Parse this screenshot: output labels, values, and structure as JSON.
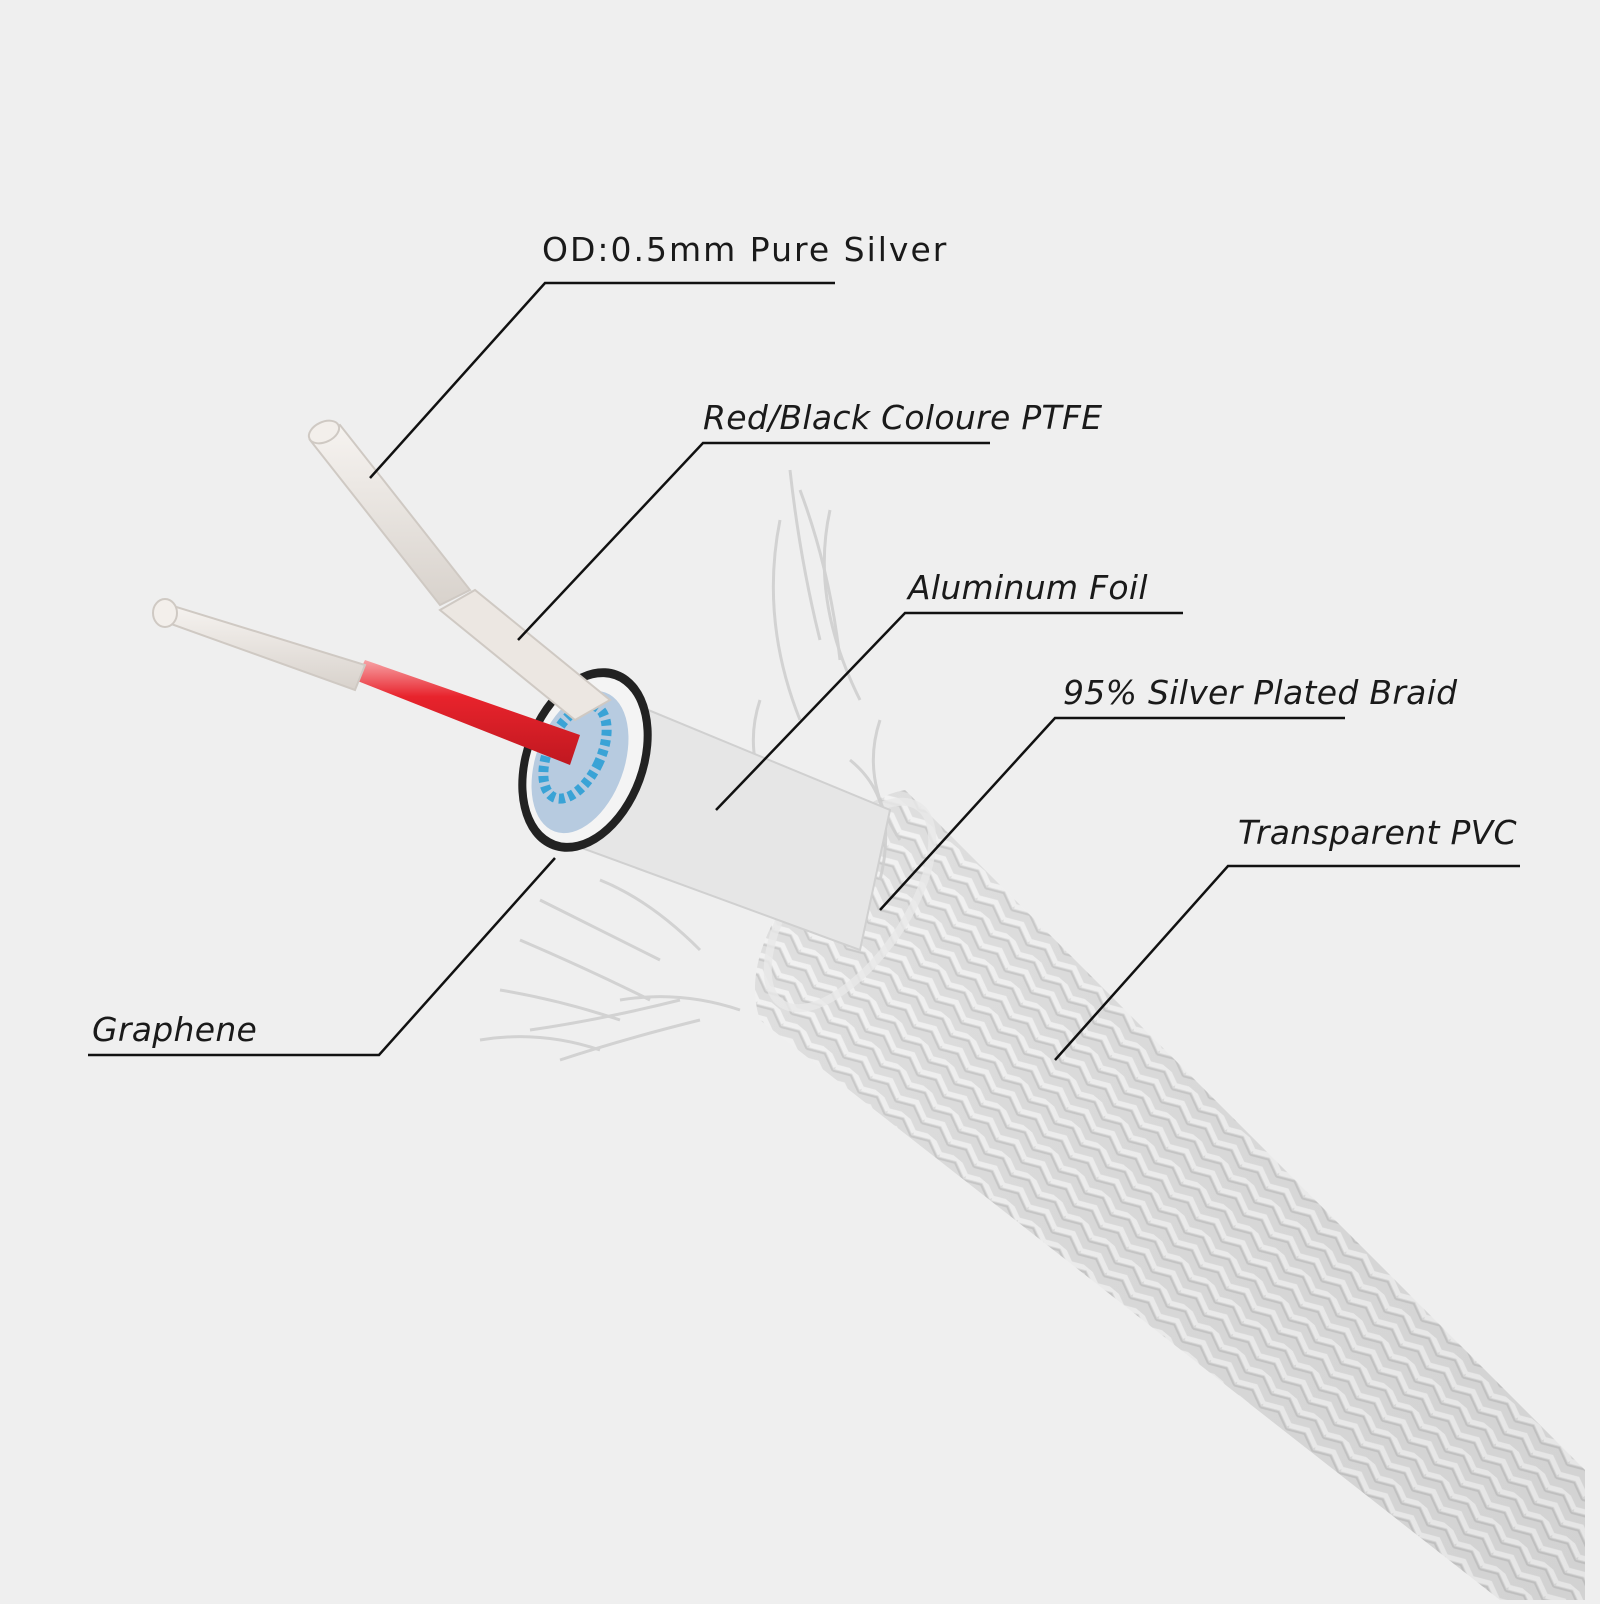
{
  "labels": {
    "silver": "OD:0.5mm Pure Silver",
    "ptfe": "Red/Black Coloure PTFE",
    "foil": "Aluminum Foil",
    "braid": "95% Silver Plated Braid",
    "pvc": "Transparent PVC",
    "graphene": "Graphene"
  },
  "colors": {
    "background": "#efefef",
    "red_insulation": "#e0232b",
    "graphene_blue": "#3aa3d6",
    "jacket": "#dcdcdc"
  }
}
